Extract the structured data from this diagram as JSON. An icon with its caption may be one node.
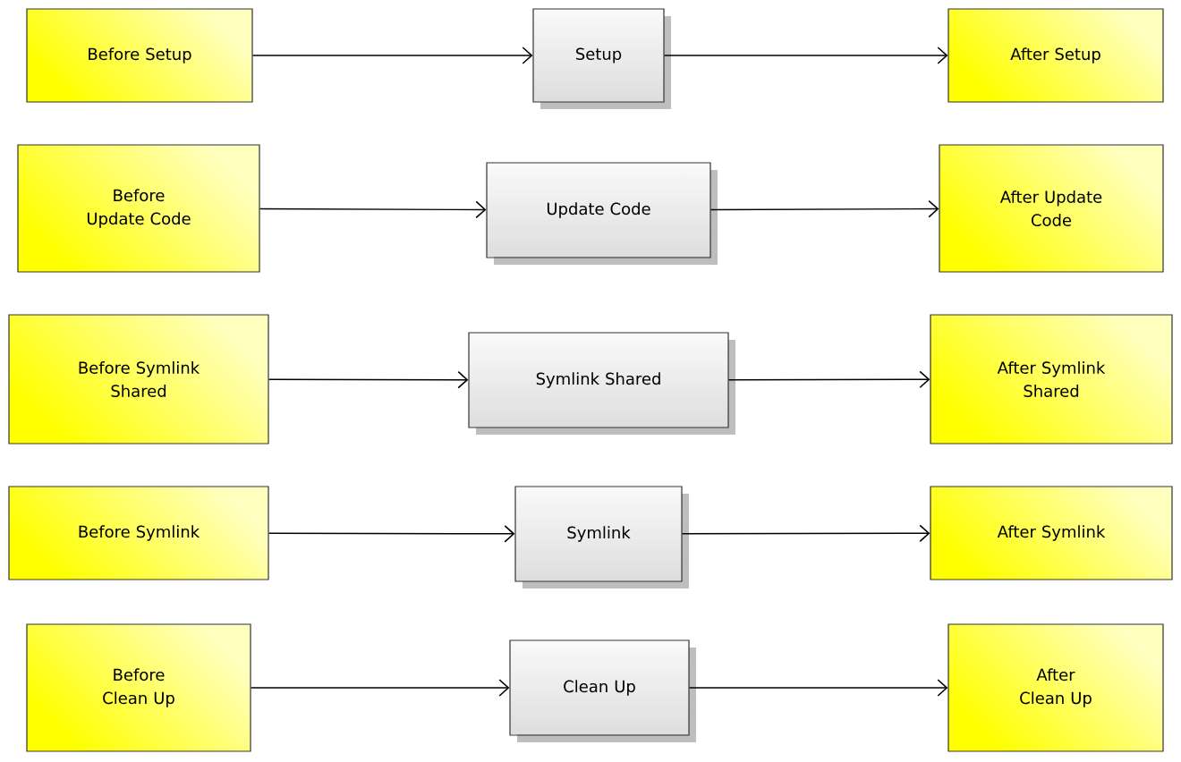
{
  "diagram": {
    "nodes": [
      {
        "text": [
          "Before Setup"
        ]
      },
      {
        "text": [
          "Setup"
        ]
      },
      {
        "text": [
          "After Setup"
        ]
      },
      {
        "text": [
          "Before Update Code"
        ]
      },
      {
        "text": [
          "Update Code"
        ]
      },
      {
        "text": [
          "After Update Code"
        ]
      },
      {
        "text": [
          "Before Symlink Shared"
        ]
      },
      {
        "text": [
          "Symlink Shared"
        ]
      },
      {
        "text": [
          "After Symlink Shared"
        ]
      },
      {
        "text": [
          "Before Symlink"
        ]
      },
      {
        "text": [
          "Symlink"
        ]
      },
      {
        "text": [
          "After Symlink"
        ]
      },
      {
        "text": [
          "Before Clean Up"
        ]
      },
      {
        "text": [
          "Clean Up"
        ]
      },
      {
        "text": [
          "After Clean Up"
        ]
      }
    ],
    "edges": [
      {
        "from": 0,
        "to": 1,
        "arrow": "to"
      },
      {
        "from": 1,
        "to": 2,
        "arrow": "to"
      },
      {
        "from": 3,
        "to": 4,
        "arrow": "to"
      },
      {
        "from": 4,
        "to": 5,
        "arrow": "to"
      },
      {
        "from": 6,
        "to": 7,
        "arrow": "to"
      },
      {
        "from": 7,
        "to": 8,
        "arrow": "to"
      },
      {
        "from": 9,
        "to": 10,
        "arrow": "to"
      },
      {
        "from": 10,
        "to": 11,
        "arrow": "to"
      },
      {
        "from": 12,
        "to": 13,
        "arrow": "to"
      },
      {
        "from": 13,
        "to": 14,
        "arrow": "to"
      }
    ]
  }
}
